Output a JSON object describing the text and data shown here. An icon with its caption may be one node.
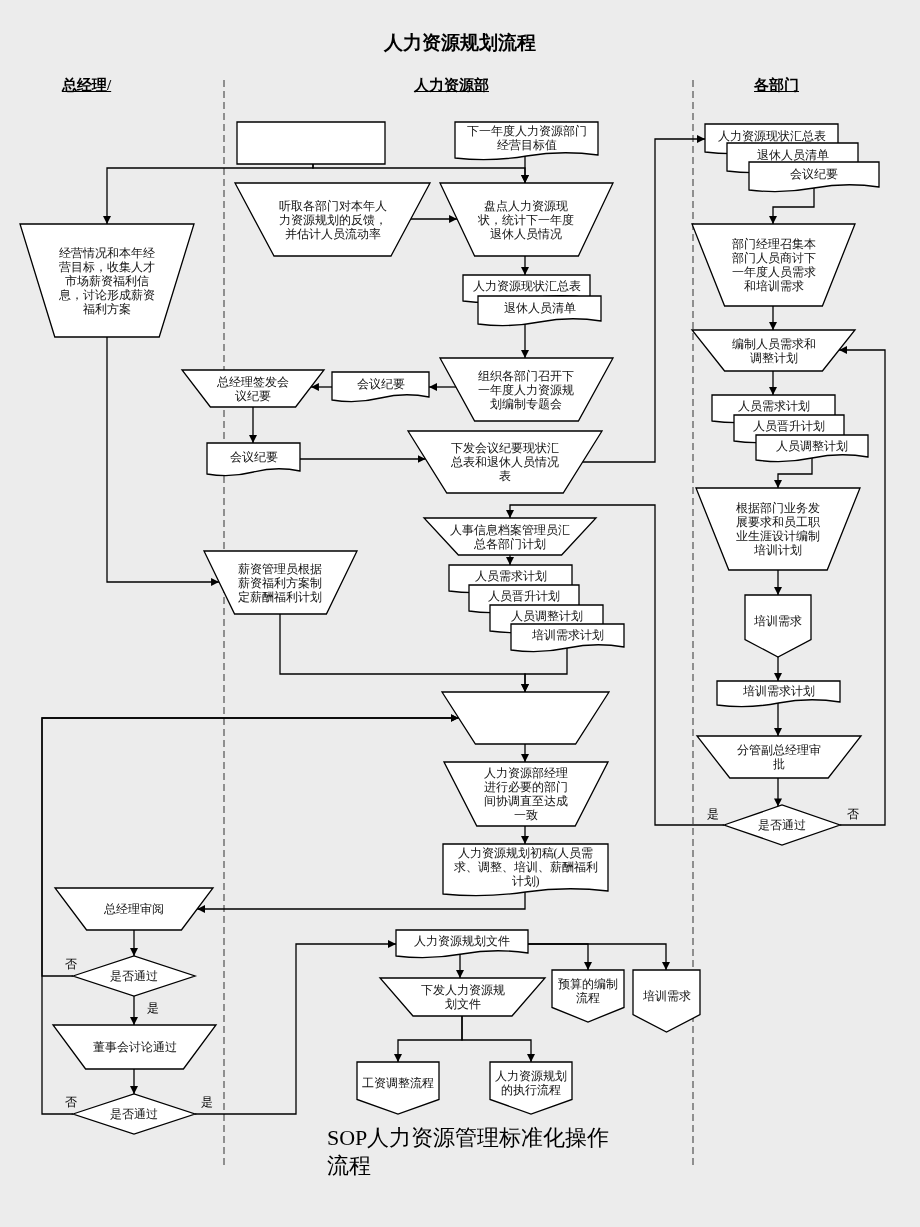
{
  "diagram": {
    "title": "人力资源规划流程",
    "caption": "SOP人力资源管理标准化操作流程",
    "nodes": [
      {
        "text": [],
        "shape": "box"
      },
      {
        "text": [
          "下一年度人力资源部门经营目标值"
        ]
      },
      {
        "text": [
          "经营情况和本年经营目标，收集人才市场薪资福利信息，讨论形成薪资福利方案"
        ]
      },
      {
        "text": [
          "听取各部门对本年人力资源规划的反馈，并估计人员流动率"
        ]
      },
      {
        "text": [
          "盘点人力资源现状，统计下一年度退休人员情况"
        ]
      },
      {
        "text": [
          "人力资源现状汇总表"
        ]
      },
      {
        "text": [
          "退休人员清单"
        ]
      },
      {
        "text": [
          "组织各部门召开下一年度人力资源规划编制专题会"
        ]
      },
      {
        "text": [
          "会议纪要"
        ]
      },
      {
        "text": [
          "总经理签发会议纪要"
        ]
      },
      {
        "text": [
          "会议纪要"
        ]
      },
      {
        "text": [
          "下发会议纪要现状汇总表和退休人员情况表"
        ]
      },
      {
        "text": [
          "人力资源现状汇总表"
        ]
      },
      {
        "text": [
          "退休人员清单"
        ]
      },
      {
        "text": [
          "会议纪要"
        ]
      },
      {
        "text": [
          "部门经理召集本部门人员商讨下一年度人员需求和培训需求"
        ]
      },
      {
        "text": [
          "编制人员需求和调整计划"
        ]
      },
      {
        "text": [
          "人员需求计划"
        ]
      },
      {
        "text": [
          "人员晋升计划"
        ]
      },
      {
        "text": [
          "人员调整计划"
        ]
      },
      {
        "text": [
          "根据部门业务发展要求和员工职业生涯设计编制培训计划"
        ]
      },
      {
        "text": [
          "培训需求"
        ]
      },
      {
        "text": [
          "培训需求计划"
        ]
      },
      {
        "text": [
          "分管副总经理审批"
        ]
      },
      {
        "text": [
          "是否通过"
        ]
      },
      {
        "text": [
          "人事信息档案管理员汇总各部门计划"
        ]
      },
      {
        "text": [
          "人员需求计划"
        ]
      },
      {
        "text": [
          "人员晋升计划"
        ]
      },
      {
        "text": [
          "人员调整计划"
        ]
      },
      {
        "text": [
          "培训需求计划"
        ]
      },
      {
        "text": [
          "薪资管理员根据薪资福利方案制定薪酬福利计划"
        ]
      },
      {
        "text": [],
        "shape": "trapezoid"
      },
      {
        "text": [
          "人力资源部经理进行必要的部门间协调直至达成一致"
        ]
      },
      {
        "text": [
          "人力资源规划初稿(人员需求、调整、培训、薪酬福利计划)"
        ]
      },
      {
        "text": [
          "总经理审阅"
        ]
      },
      {
        "text": [
          "是否通过"
        ]
      },
      {
        "text": [
          "董事会讨论通过"
        ]
      },
      {
        "text": [
          "是否通过"
        ]
      },
      {
        "text": [
          "人力资源规划文件"
        ]
      },
      {
        "text": [
          "下发人力资源规划文件"
        ]
      },
      {
        "text": [
          "预算的编制流程"
        ]
      },
      {
        "text": [
          "培训需求"
        ]
      },
      {
        "text": [
          "工资调整流程"
        ]
      },
      {
        "text": [
          "人力资源规划的执行流程"
        ]
      }
    ],
    "edges": [
      {
        "from": 0,
        "to": 2,
        "arrow": "to"
      },
      {
        "from": 0,
        "to": 4,
        "arrow": "to"
      },
      {
        "from": 1,
        "to": 4,
        "arrow": "to"
      },
      {
        "from": 3,
        "to": 4,
        "arrow": "to"
      },
      {
        "from": 4,
        "to": 5,
        "arrow": "to"
      },
      {
        "from": 6,
        "to": 7,
        "arrow": "to"
      },
      {
        "from": 7,
        "to": 8,
        "arrow": "to"
      },
      {
        "from": 8,
        "to": 9,
        "arrow": "to"
      },
      {
        "from": 9,
        "to": 10,
        "arrow": "to"
      },
      {
        "from": 10,
        "to": 11,
        "arrow": "to"
      },
      {
        "from": 11,
        "to": 12,
        "arrow": "to"
      },
      {
        "from": 14,
        "to": 15,
        "arrow": "to"
      },
      {
        "from": 15,
        "to": 16,
        "arrow": "to"
      },
      {
        "from": 16,
        "to": 17,
        "arrow": "to"
      },
      {
        "from": 19,
        "to": 20,
        "arrow": "to"
      },
      {
        "from": 20,
        "to": 21,
        "arrow": "to"
      },
      {
        "from": 21,
        "to": 22,
        "arrow": "to"
      },
      {
        "from": 22,
        "to": 23,
        "arrow": "to"
      },
      {
        "from": 23,
        "to": 24,
        "arrow": "to"
      },
      {
        "from": 24,
        "to": 16,
        "arrow": "to",
        "label": "否"
      },
      {
        "from": 24,
        "to": 25,
        "arrow": "to",
        "label": "是"
      },
      {
        "from": 25,
        "to": 26,
        "arrow": "to"
      },
      {
        "from": 2,
        "to": 30,
        "arrow": "to"
      },
      {
        "from": 30,
        "to": 31,
        "arrow": "to"
      },
      {
        "from": 29,
        "to": 31,
        "arrow": "to"
      },
      {
        "from": 35,
        "to": 31,
        "arrow": "to",
        "label": "否"
      },
      {
        "from": 37,
        "to": 31,
        "arrow": "to",
        "label": "否"
      },
      {
        "from": 31,
        "to": 32,
        "arrow": "to"
      },
      {
        "from": 32,
        "to": 33,
        "arrow": "to"
      },
      {
        "from": 33,
        "to": 34,
        "arrow": "to"
      },
      {
        "from": 34,
        "to": 35,
        "arrow": "to"
      },
      {
        "from": 35,
        "to": 36,
        "arrow": "to",
        "label": "是"
      },
      {
        "from": 36,
        "to": 37,
        "arrow": "to"
      },
      {
        "from": 37,
        "to": 38,
        "arrow": "to",
        "label": "是"
      },
      {
        "from": 38,
        "to": 39,
        "arrow": "to"
      },
      {
        "from": 38,
        "to": 40,
        "arrow": "to"
      },
      {
        "from": 38,
        "to": 41,
        "arrow": "to"
      },
      {
        "from": 39,
        "to": 42,
        "arrow": "to"
      },
      {
        "from": 39,
        "to": 43,
        "arrow": "to"
      }
    ],
    "labels": [
      "总经理/",
      "人力资源部",
      "各部门"
    ]
  }
}
